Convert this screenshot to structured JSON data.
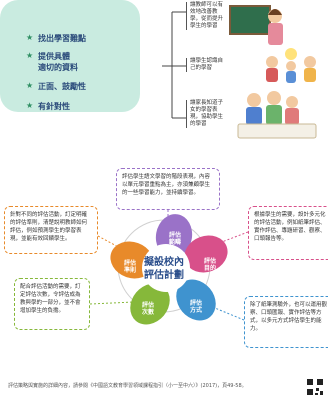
{
  "goals": [
    "找出學習難點",
    "提供具體",
    "適切的資料",
    "正面、鼓勵性",
    "有針對性"
  ],
  "side_notes": [
    "讓教師可以有效地改善教學，從而提升學生的學習",
    "讓學生認識自己的學習",
    "讓家長知道子女的學習表現，協助學生的學習"
  ],
  "center_title": [
    "擬設校內",
    "評估計劃"
  ],
  "petals": [
    {
      "label": [
        "評估",
        "範疇"
      ],
      "color": "#9a72c8"
    },
    {
      "label": [
        "評估",
        "目的"
      ],
      "color": "#d8508a"
    },
    {
      "label": [
        "評估",
        "方式"
      ],
      "color": "#3f93cf"
    },
    {
      "label": [
        "評估",
        "次數"
      ],
      "color": "#86b83a"
    },
    {
      "label": [
        "評估",
        "準則"
      ],
      "color": "#e88a2a"
    }
  ],
  "descriptions": {
    "top": "評估學生語文學習的階段表現，內容以單元學習重點為主，亦須兼顧學生的一些學習能力，並持續學習。",
    "left": "針對不同的評估活動，訂定明確的評估準則，清楚說明教師如何評估，例如預測學生的學習表現，並能有效回饋學生。",
    "right": "根據學生的需要，設計多元化的評估活動，例如紙筆評估、實作評估、專題研習、觀察、口頭報告等。",
    "bottom_left": "配合評估活動的需要，訂定評估次數，令評估成為教與學的一部分，並不會增加學生的負擔。",
    "bottom_right": "除了紙筆測驗外，也可以運用觀察、口頭匯報、實作評估等方式，以多元方式評估學生的能力。"
  },
  "footer": "評估策略與實施的詳細內容，請參閱《中國語文教育學習領域課程指引（小一至中六）》(2017)，頁49-58。"
}
